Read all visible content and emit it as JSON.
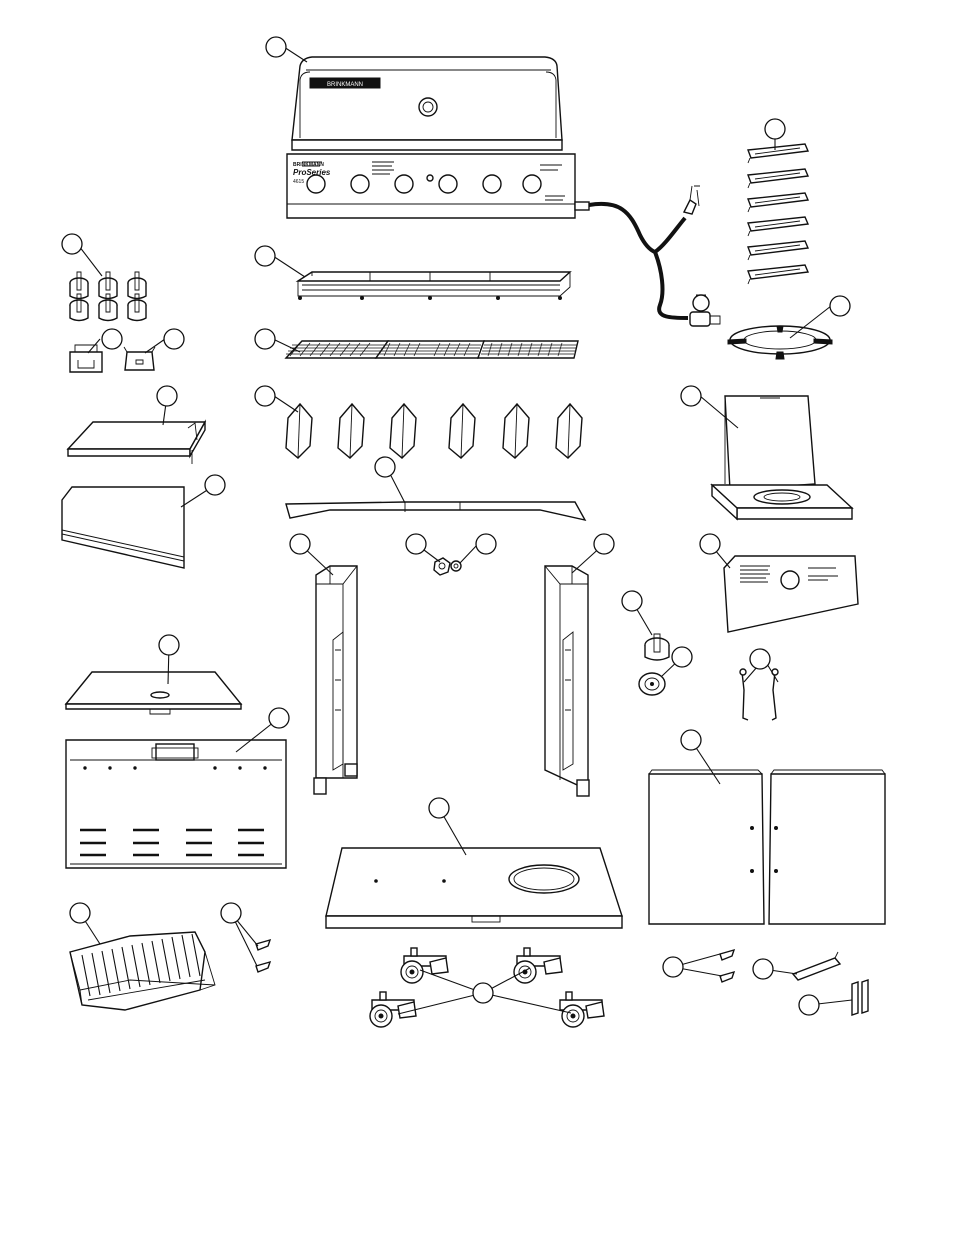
{
  "diagram": {
    "grill_hood": {
      "brand_label": "BRINKMANN"
    },
    "control_panel": {
      "brand_label": "BRINKMANN",
      "series_label": "ProSeries",
      "model_label": "4615"
    },
    "callouts": []
  }
}
